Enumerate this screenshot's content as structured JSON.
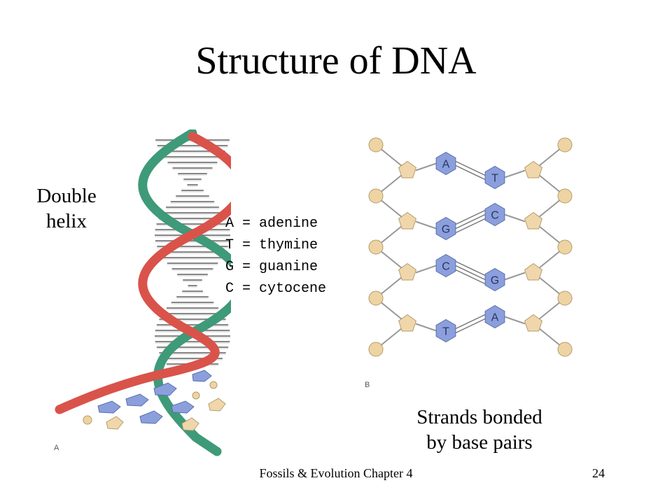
{
  "slide": {
    "title": "Structure of DNA",
    "footer": "Fossils & Evolution Chapter 4",
    "page_number": "24"
  },
  "helix_figure": {
    "label_line1": "Double",
    "label_line2": "helix",
    "panel_letter": "A"
  },
  "legend": [
    "A = adenine",
    "T = thymine",
    "G = guanine",
    "C = cytocene"
  ],
  "pairs_figure": {
    "label_line1": "Strands bonded",
    "label_line2": "by base pairs",
    "panel_letter": "B",
    "pairs": [
      {
        "left": "A",
        "right": "T"
      },
      {
        "left": "G",
        "right": "C"
      },
      {
        "left": "C",
        "right": "G"
      },
      {
        "left": "T",
        "right": "A"
      }
    ]
  },
  "colors": {
    "strand_red": "#d9534a",
    "strand_green": "#3e9a78",
    "base_blue": "#8b9fdc",
    "sugar_tan": "#f0d7ab",
    "phosphate_gold": "#eed4a2"
  }
}
